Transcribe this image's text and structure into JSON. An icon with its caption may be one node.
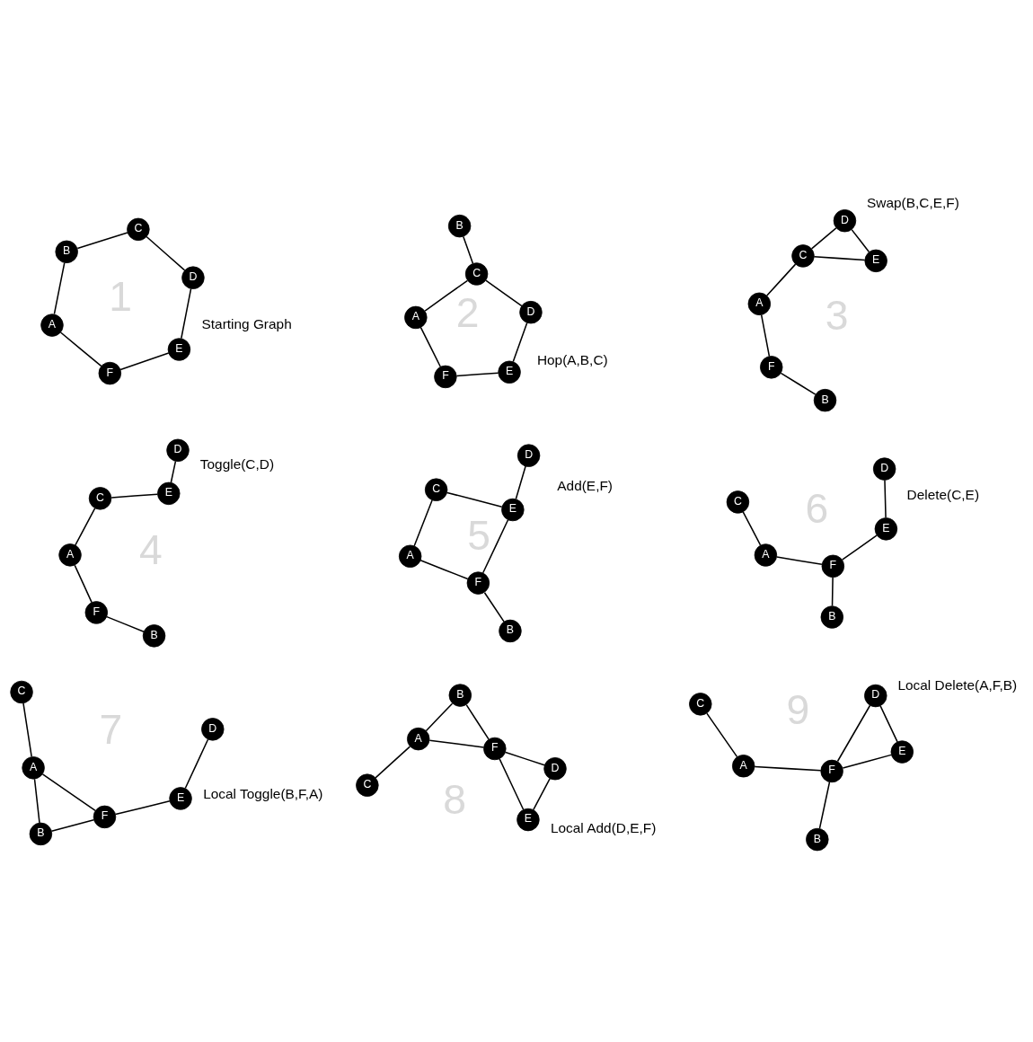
{
  "diagram": {
    "nodes": [
      {
        "text": [
          "A"
        ]
      },
      {
        "text": [
          "B"
        ]
      },
      {
        "text": [
          "F"
        ]
      },
      {
        "text": [
          "C"
        ]
      },
      {
        "text": [
          "E"
        ]
      },
      {
        "text": [
          "D"
        ]
      },
      {
        "text": [
          "A"
        ]
      },
      {
        "text": [
          "B"
        ]
      },
      {
        "text": [
          "F"
        ]
      },
      {
        "text": [
          "C"
        ]
      },
      {
        "text": [
          "E"
        ]
      },
      {
        "text": [
          "D"
        ]
      },
      {
        "text": [
          "A"
        ]
      },
      {
        "text": [
          "B"
        ]
      },
      {
        "text": [
          "F"
        ]
      },
      {
        "text": [
          "C"
        ]
      },
      {
        "text": [
          "E"
        ]
      },
      {
        "text": [
          "D"
        ]
      },
      {
        "text": [
          "A"
        ]
      },
      {
        "text": [
          "B"
        ]
      },
      {
        "text": [
          "F"
        ]
      },
      {
        "text": [
          "C"
        ]
      },
      {
        "text": [
          "E"
        ]
      },
      {
        "text": [
          "D"
        ]
      },
      {
        "text": [
          "A"
        ]
      },
      {
        "text": [
          "B"
        ]
      },
      {
        "text": [
          "F"
        ]
      },
      {
        "text": [
          "C"
        ]
      },
      {
        "text": [
          "E"
        ]
      },
      {
        "text": [
          "D"
        ]
      },
      {
        "text": [
          "A"
        ]
      },
      {
        "text": [
          "B"
        ]
      },
      {
        "text": [
          "F"
        ]
      },
      {
        "text": [
          "C"
        ]
      },
      {
        "text": [
          "E"
        ]
      },
      {
        "text": [
          "D"
        ]
      },
      {
        "text": [
          "A"
        ]
      },
      {
        "text": [
          "B"
        ]
      },
      {
        "text": [
          "F"
        ]
      },
      {
        "text": [
          "C"
        ]
      },
      {
        "text": [
          "E"
        ]
      },
      {
        "text": [
          "D"
        ]
      },
      {
        "text": [
          "A"
        ]
      },
      {
        "text": [
          "B"
        ]
      },
      {
        "text": [
          "F"
        ]
      },
      {
        "text": [
          "C"
        ]
      },
      {
        "text": [
          "E"
        ]
      },
      {
        "text": [
          "D"
        ]
      },
      {
        "text": [
          "A"
        ]
      },
      {
        "text": [
          "B"
        ]
      },
      {
        "text": [
          "F"
        ]
      },
      {
        "text": [
          "C"
        ]
      },
      {
        "text": [
          "E"
        ]
      },
      {
        "text": [
          "D"
        ]
      }
    ],
    "edges": [
      {
        "from": 0,
        "to": 1,
        "arrow": "none"
      },
      {
        "from": 1,
        "to": 3,
        "arrow": "none"
      },
      {
        "from": 3,
        "to": 5,
        "arrow": "none"
      },
      {
        "from": 5,
        "to": 4,
        "arrow": "none"
      },
      {
        "from": 4,
        "to": 2,
        "arrow": "none"
      },
      {
        "from": 2,
        "to": 0,
        "arrow": "none"
      },
      {
        "from": 6,
        "to": 9,
        "arrow": "none"
      },
      {
        "from": 7,
        "to": 9,
        "arrow": "none"
      },
      {
        "from": 9,
        "to": 11,
        "arrow": "none"
      },
      {
        "from": 11,
        "to": 10,
        "arrow": "none"
      },
      {
        "from": 10,
        "to": 8,
        "arrow": "none"
      },
      {
        "from": 8,
        "to": 6,
        "arrow": "none"
      },
      {
        "from": 12,
        "to": 15,
        "arrow": "none"
      },
      {
        "from": 12,
        "to": 14,
        "arrow": "none"
      },
      {
        "from": 13,
        "to": 14,
        "arrow": "none"
      },
      {
        "from": 15,
        "to": 16,
        "arrow": "none"
      },
      {
        "from": 15,
        "to": 17,
        "arrow": "none"
      },
      {
        "from": 16,
        "to": 17,
        "arrow": "none"
      },
      {
        "from": 18,
        "to": 20,
        "arrow": "none"
      },
      {
        "from": 18,
        "to": 21,
        "arrow": "none"
      },
      {
        "from": 19,
        "to": 20,
        "arrow": "none"
      },
      {
        "from": 21,
        "to": 22,
        "arrow": "none"
      },
      {
        "from": 22,
        "to": 23,
        "arrow": "none"
      },
      {
        "from": 24,
        "to": 26,
        "arrow": "none"
      },
      {
        "from": 24,
        "to": 27,
        "arrow": "none"
      },
      {
        "from": 25,
        "to": 26,
        "arrow": "none"
      },
      {
        "from": 27,
        "to": 28,
        "arrow": "none"
      },
      {
        "from": 28,
        "to": 29,
        "arrow": "none"
      },
      {
        "from": 26,
        "to": 28,
        "arrow": "none"
      },
      {
        "from": 30,
        "to": 32,
        "arrow": "none"
      },
      {
        "from": 30,
        "to": 33,
        "arrow": "none"
      },
      {
        "from": 31,
        "to": 32,
        "arrow": "none"
      },
      {
        "from": 32,
        "to": 34,
        "arrow": "none"
      },
      {
        "from": 34,
        "to": 35,
        "arrow": "none"
      },
      {
        "from": 36,
        "to": 37,
        "arrow": "none"
      },
      {
        "from": 36,
        "to": 38,
        "arrow": "none"
      },
      {
        "from": 36,
        "to": 39,
        "arrow": "none"
      },
      {
        "from": 37,
        "to": 38,
        "arrow": "none"
      },
      {
        "from": 38,
        "to": 40,
        "arrow": "none"
      },
      {
        "from": 40,
        "to": 41,
        "arrow": "none"
      },
      {
        "from": 42,
        "to": 43,
        "arrow": "none"
      },
      {
        "from": 42,
        "to": 44,
        "arrow": "none"
      },
      {
        "from": 42,
        "to": 45,
        "arrow": "none"
      },
      {
        "from": 43,
        "to": 44,
        "arrow": "none"
      },
      {
        "from": 44,
        "to": 46,
        "arrow": "none"
      },
      {
        "from": 44,
        "to": 47,
        "arrow": "none"
      },
      {
        "from": 46,
        "to": 47,
        "arrow": "none"
      },
      {
        "from": 48,
        "to": 50,
        "arrow": "none"
      },
      {
        "from": 48,
        "to": 51,
        "arrow": "none"
      },
      {
        "from": 49,
        "to": 50,
        "arrow": "none"
      },
      {
        "from": 50,
        "to": 52,
        "arrow": "none"
      },
      {
        "from": 50,
        "to": 53,
        "arrow": "none"
      },
      {
        "from": 52,
        "to": 53,
        "arrow": "none"
      }
    ],
    "labels": [
      "1",
      "Starting Graph",
      "2",
      "Hop(A,B,C)",
      "3",
      "Swap(B,C,E,F)",
      "4",
      "Toggle(C,D)",
      "5",
      "Add(E,F)",
      "6",
      "Delete(C,E)",
      "7",
      "Local Toggle(B,F,A)",
      "8",
      "Local Add(D,E,F)",
      "9",
      "Local Delete(A,F,B)"
    ]
  }
}
